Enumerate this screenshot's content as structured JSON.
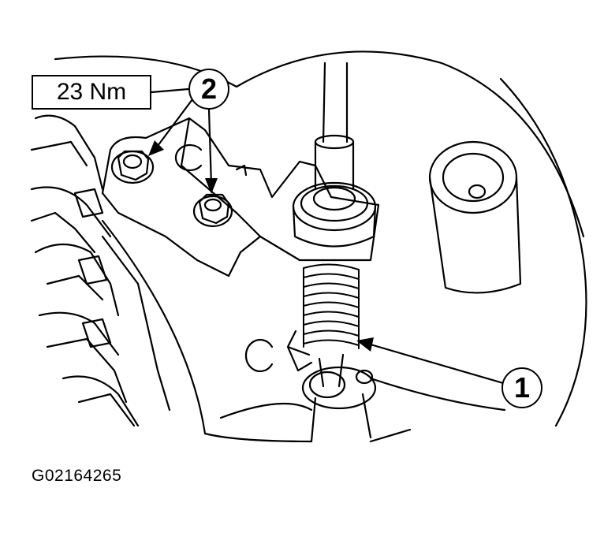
{
  "torque_label": "23 Nm",
  "callouts": {
    "bolts": "2",
    "spring": "1"
  },
  "figure_id": "G02164265",
  "colors": {
    "ink": "#000000",
    "paper": "#ffffff"
  }
}
